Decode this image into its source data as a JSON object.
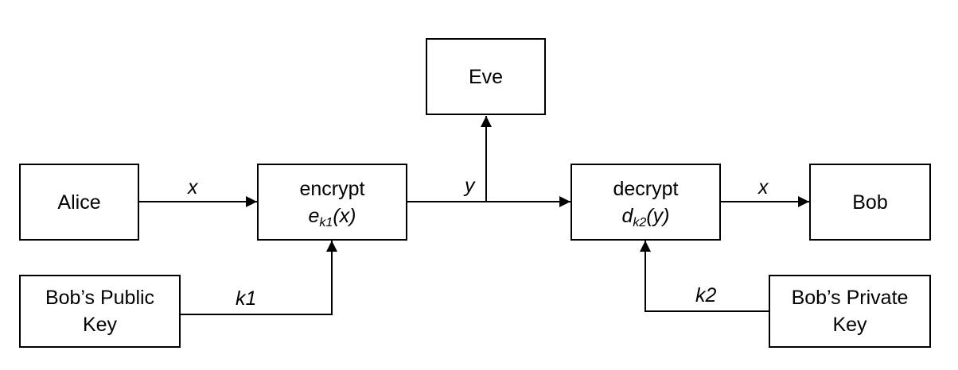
{
  "boxes": {
    "alice": "Alice",
    "eve": "Eve",
    "bob": "Bob",
    "encrypt": {
      "title": "encrypt",
      "fn": "e",
      "sub": "k1",
      "arg": "(x)"
    },
    "decrypt": {
      "title": "decrypt",
      "fn": "d",
      "sub": "k2",
      "arg": "(y)"
    },
    "public_key": {
      "line1": "Bob’s Public",
      "line2": "Key"
    },
    "private_key": {
      "line1": "Bob’s Private",
      "line2": "Key"
    }
  },
  "edge_labels": {
    "alice_to_encrypt": "x",
    "encrypt_to_decrypt": "y",
    "decrypt_to_bob": "x",
    "public_key_to_encrypt": "k1",
    "private_key_to_decrypt": "k2"
  }
}
